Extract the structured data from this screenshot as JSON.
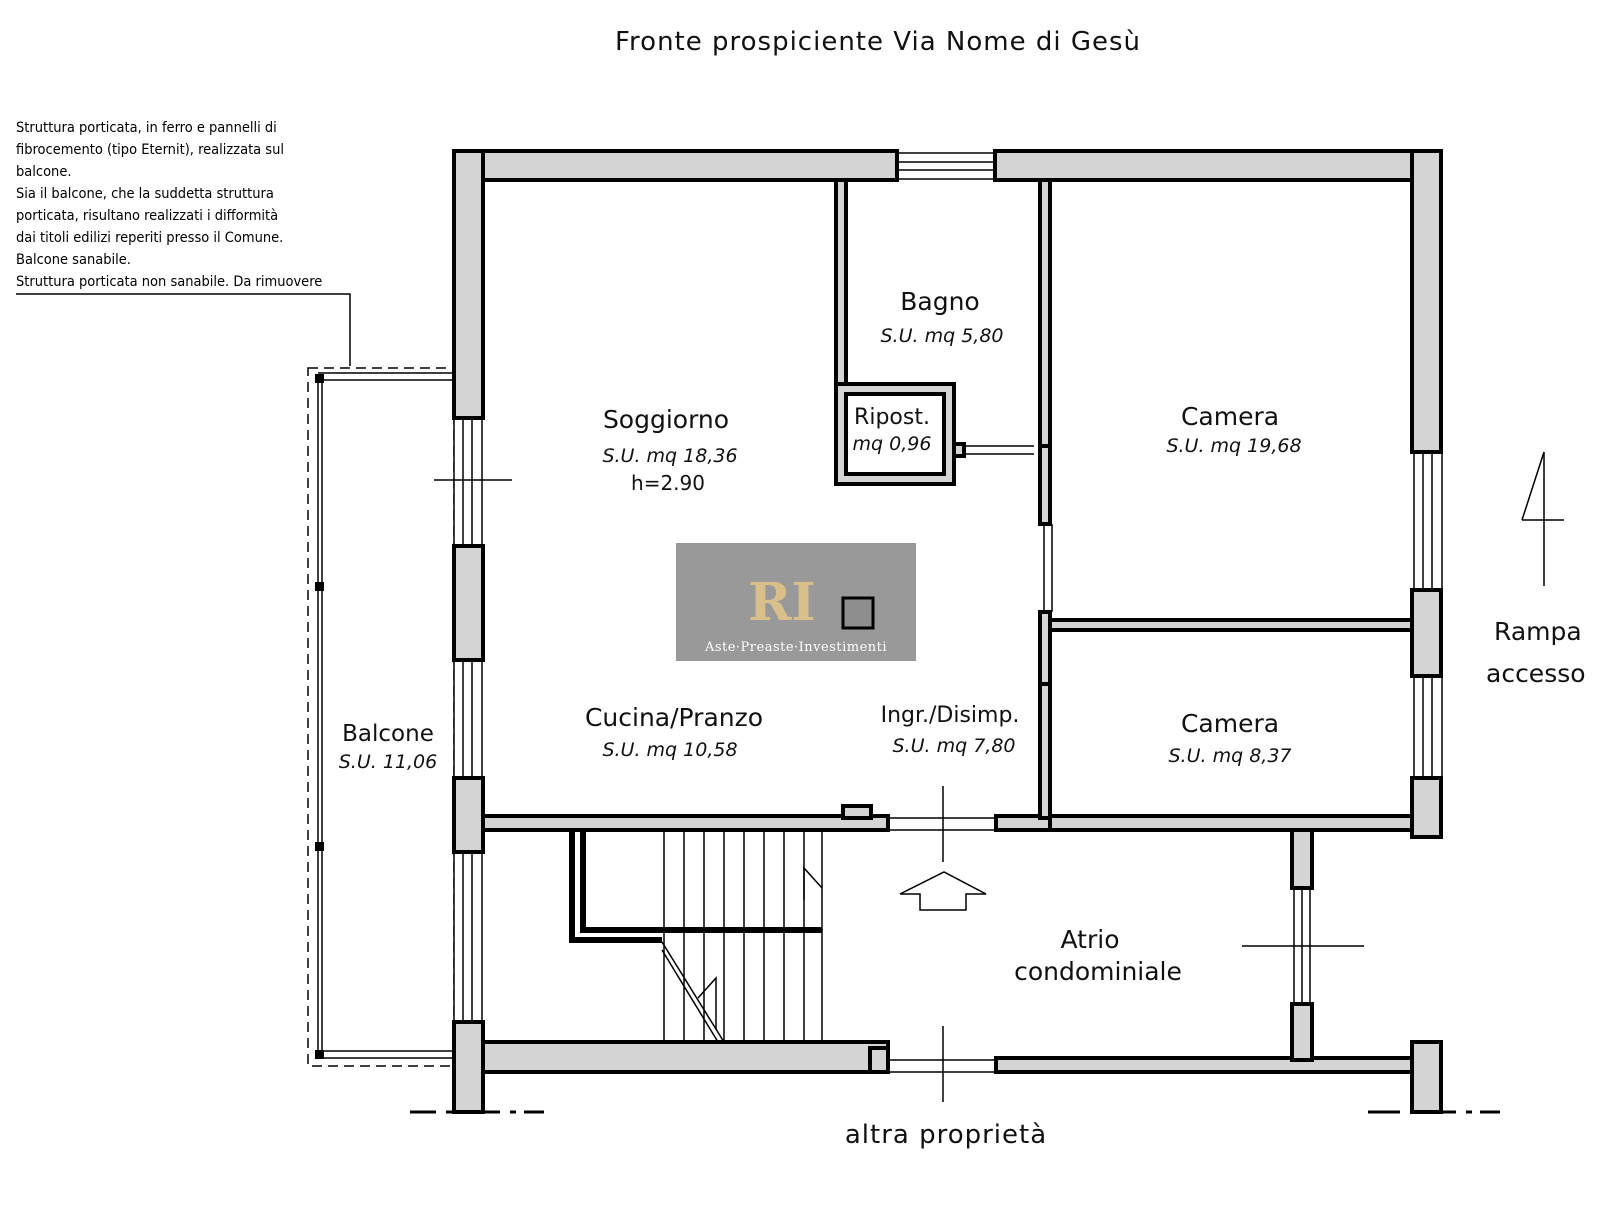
{
  "front_label": "Fronte prospiciente Via Nome di Gesù",
  "bottom_label": "altra proprietà",
  "ramp_label": [
    "Rampa",
    "accesso"
  ],
  "note_lines": [
    "Struttura porticata, in ferro e pannelli di",
    "fibrocemento (tipo Eternit), realizzata sul",
    "balcone.",
    "Sia il balcone, che la suddetta struttura",
    "porticata, risultano realizzati i difformità",
    "dai titoli edilizi reperiti presso il Comune.",
    "Balcone sanabile.",
    "Struttura porticata non sanabile. Da rimuovere"
  ],
  "rooms": {
    "bagno": {
      "name": "Bagno",
      "area": "S.U. mq 5,80"
    },
    "ripost": {
      "name": "Ripost.",
      "area": "mq 0,96"
    },
    "soggiorno": {
      "name": "Soggiorno",
      "area": "S.U. mq 18,36",
      "height": "h=2.90"
    },
    "camera1": {
      "name": "Camera",
      "area": "S.U. mq 19,68"
    },
    "cucina": {
      "name": "Cucina/Pranzo",
      "area": "S.U. mq 10,58"
    },
    "ingresso": {
      "name": "Ingr./Disimp.",
      "area": "S.U. mq 7,80"
    },
    "camera2": {
      "name": "Camera",
      "area": "S.U. mq 8,37"
    },
    "balcone": {
      "name": "Balcone",
      "area": "S.U. 11,06"
    },
    "atrio": {
      "name": "Atrio",
      "name2": "condominiale"
    }
  },
  "watermark": {
    "logo": "RI",
    "text": "Aste·Preaste·Investimenti"
  }
}
